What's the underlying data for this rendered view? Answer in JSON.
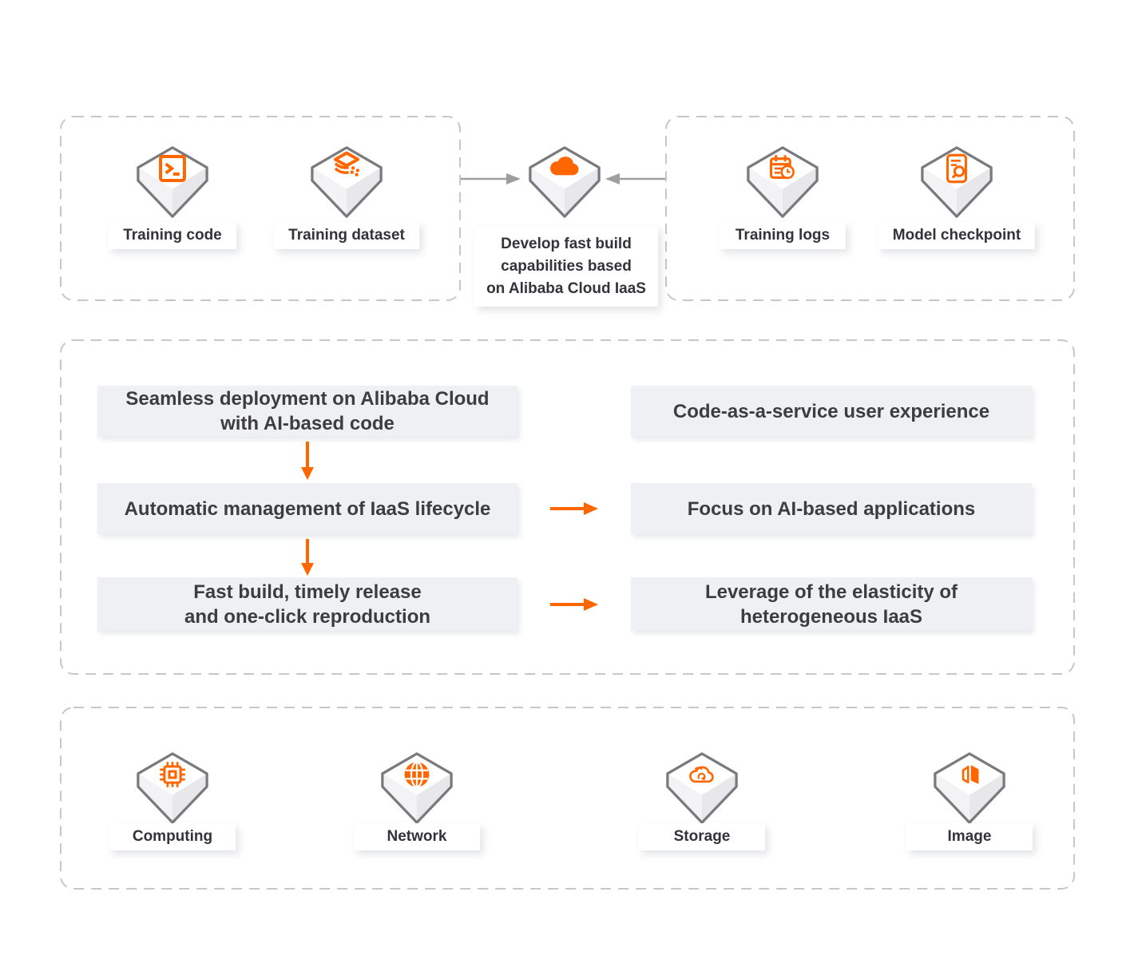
{
  "palette": {
    "orange": "#FF6600",
    "arrow_gray": "#9E9E9E",
    "dash_border": "#C7C7C7",
    "box_bg": "#EEF0F3",
    "label_bg": "#FFFFFF",
    "text_dark": "#3D3D41",
    "cube_stroke": "#7A7A7E"
  },
  "top": {
    "items": [
      {
        "label": "Training code",
        "icon": "terminal-icon"
      },
      {
        "label": "Training dataset",
        "icon": "dataset-icon"
      },
      {
        "label": "Training logs",
        "icon": "calendar-clock-icon"
      },
      {
        "label": "Model checkpoint",
        "icon": "document-search-icon"
      }
    ],
    "center": {
      "icon": "cloud-icon",
      "caption_lines": [
        "Develop fast build",
        "capabilities based",
        "on Alibaba Cloud IaaS"
      ]
    }
  },
  "middle": {
    "left_boxes": [
      {
        "lines": [
          "Seamless deployment on Alibaba Cloud",
          "with AI-based code"
        ]
      },
      {
        "lines": [
          "Automatic management of IaaS lifecycle"
        ]
      },
      {
        "lines": [
          "Fast build, timely release",
          "and one-click reproduction"
        ]
      }
    ],
    "right_boxes": [
      {
        "lines": [
          "Code-as-a-service user experience"
        ]
      },
      {
        "lines": [
          "Focus on AI-based applications"
        ]
      },
      {
        "lines": [
          "Leverage of the elasticity of",
          "heterogeneous IaaS"
        ]
      }
    ]
  },
  "bottom": {
    "items": [
      {
        "label": "Computing",
        "icon": "cpu-icon"
      },
      {
        "label": "Network",
        "icon": "globe-icon"
      },
      {
        "label": "Storage",
        "icon": "cloud-sync-icon"
      },
      {
        "label": "Image",
        "icon": "image-icon"
      }
    ]
  }
}
